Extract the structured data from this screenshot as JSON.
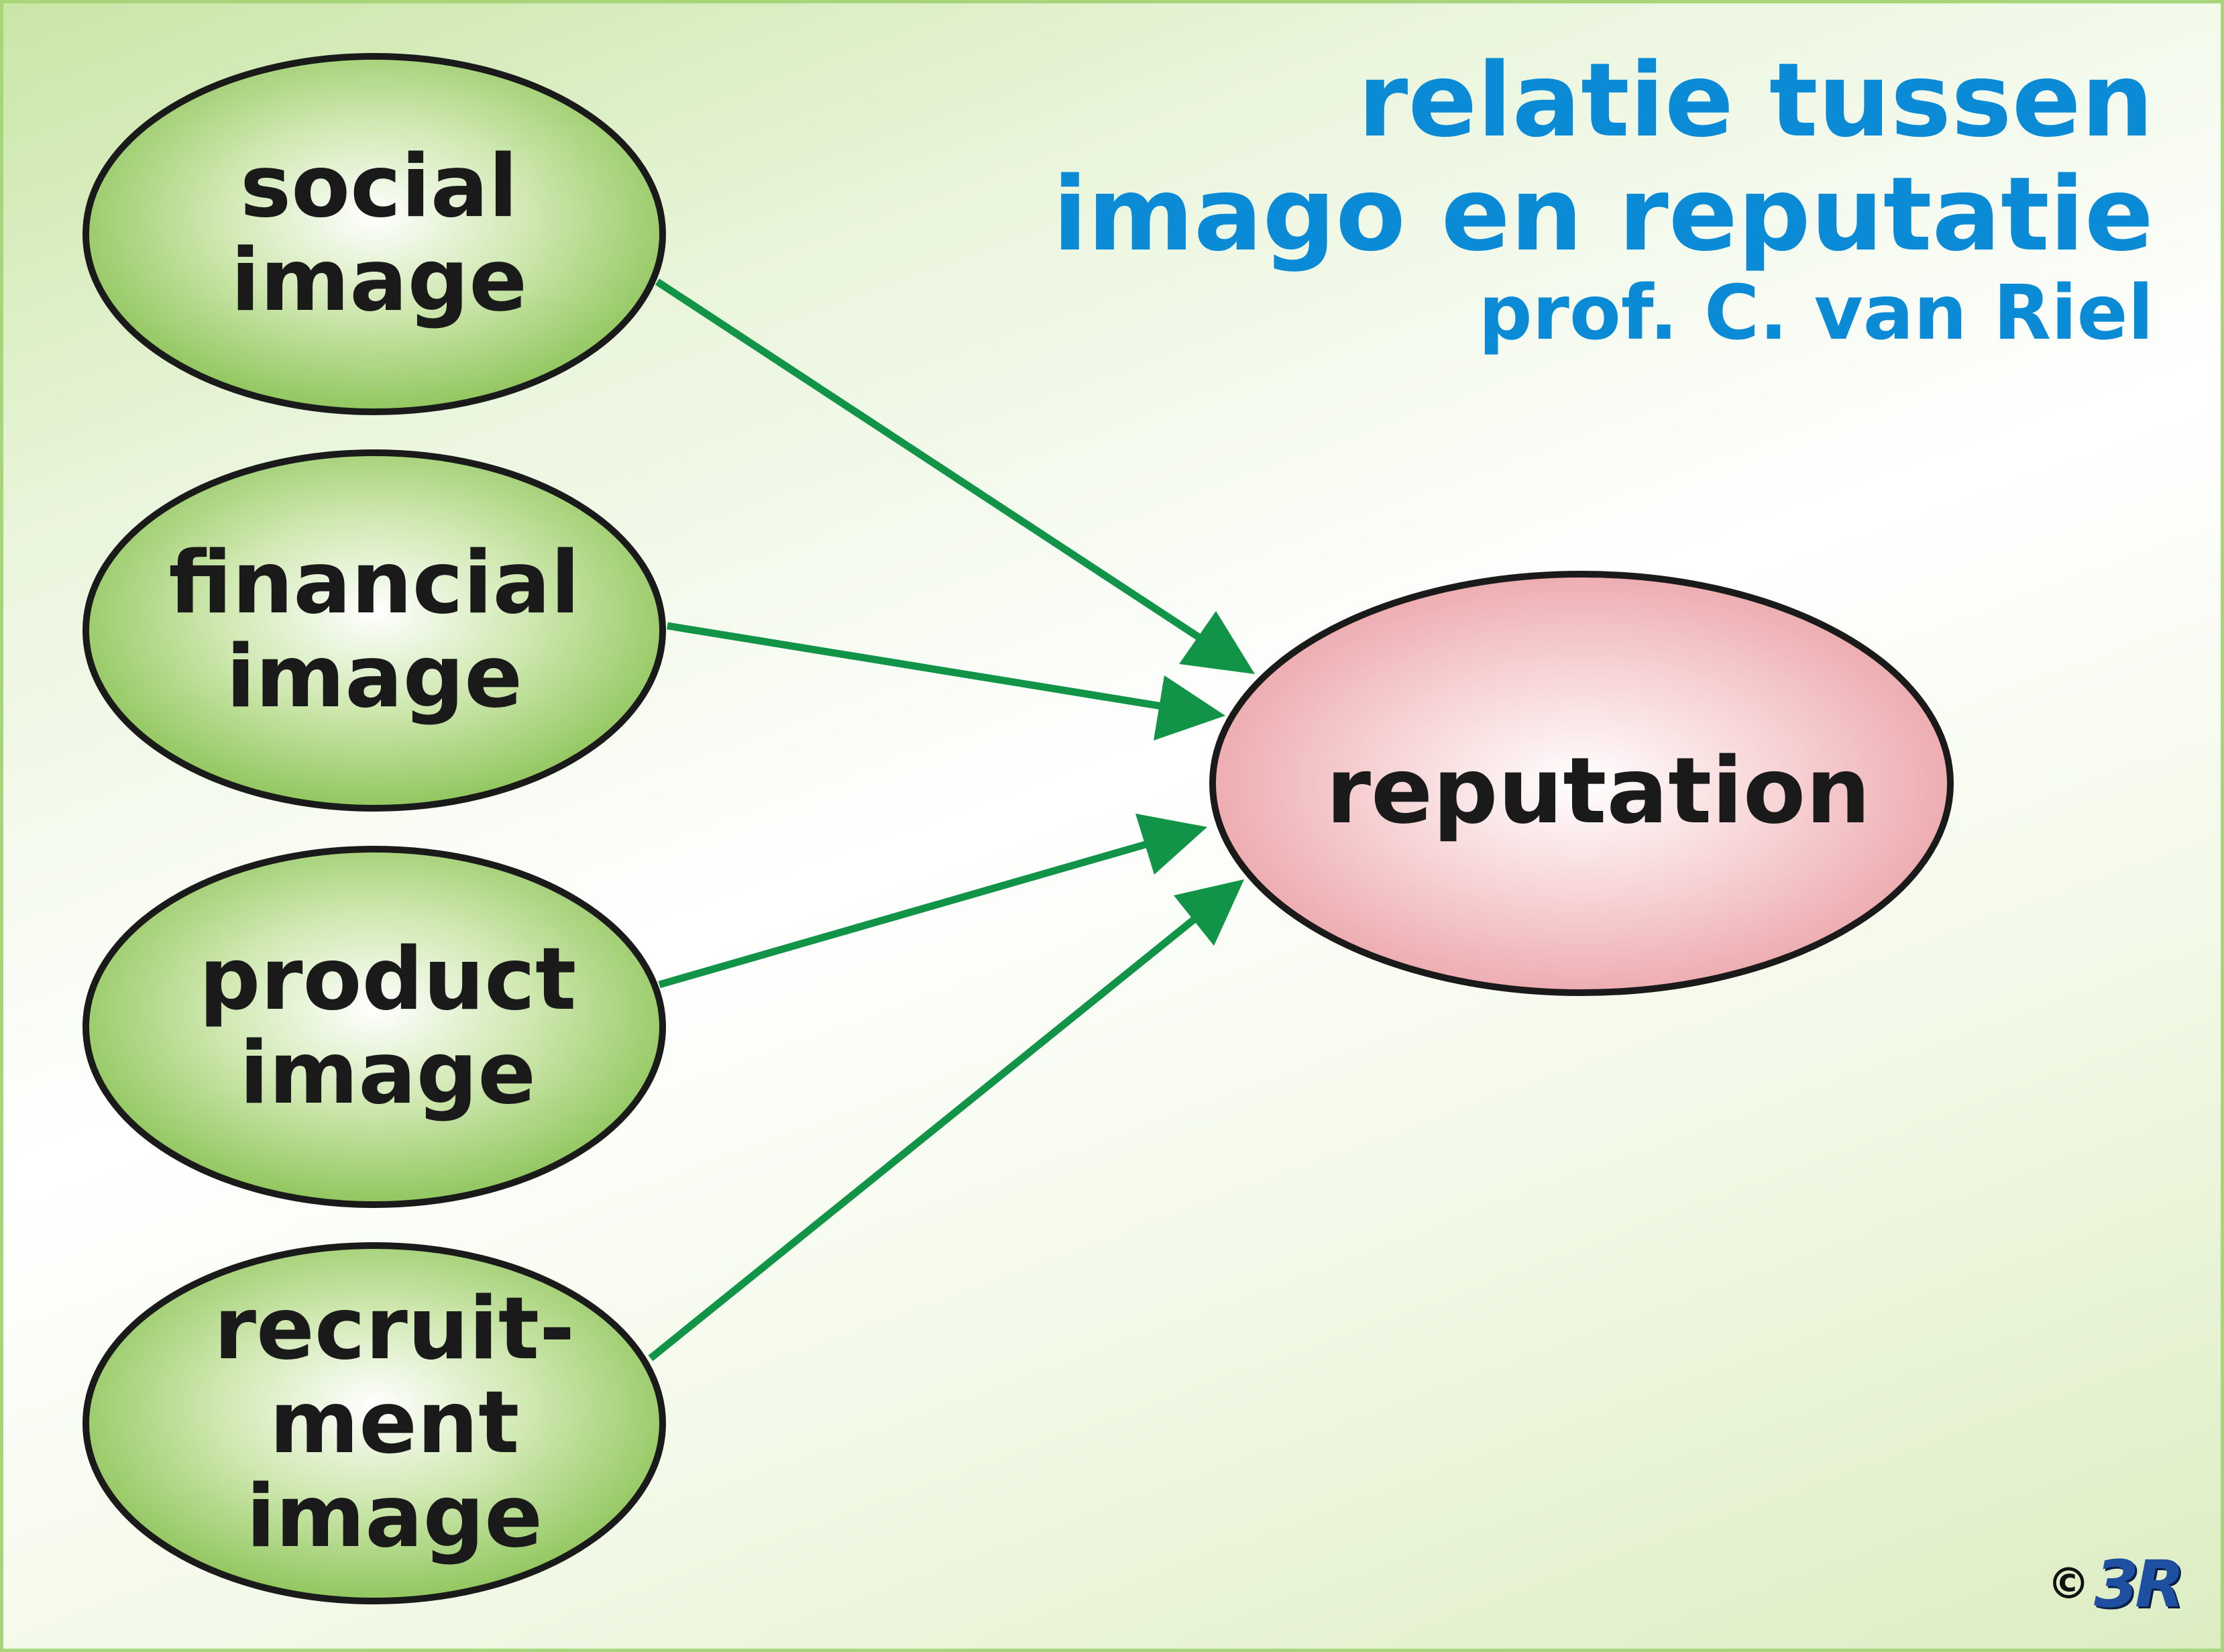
{
  "title": {
    "line1": "relatie tussen",
    "line2": "imago en reputatie",
    "line3": "prof. C. van Riel"
  },
  "nodes": {
    "social": "social\nimage",
    "financial": "financial\nimage",
    "product": "product\nimage",
    "recruitment": "recruit-\nment\nimage",
    "reputation": "reputation"
  },
  "edges": [
    {
      "from": "social",
      "to": "reputation"
    },
    {
      "from": "financial",
      "to": "reputation"
    },
    {
      "from": "product",
      "to": "reputation"
    },
    {
      "from": "recruitment",
      "to": "reputation"
    }
  ],
  "colors": {
    "title": "#0b8bd6",
    "source_fill": "#9ed06a",
    "target_fill": "#efa7ab",
    "arrow": "#119447",
    "outline": "#1a1a1a"
  },
  "copyright": {
    "symbol": "©",
    "logo": "3R"
  }
}
